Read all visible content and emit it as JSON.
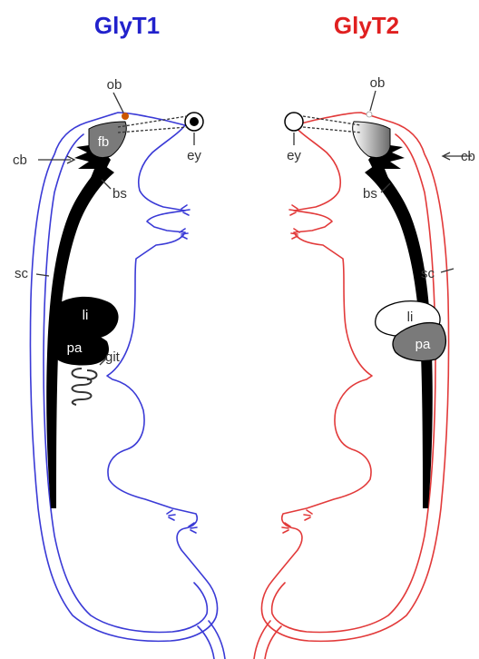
{
  "panels": [
    {
      "id": "left",
      "title": "GlyT1",
      "title_color": "#2222cc",
      "outline_color": "#3a3ad6",
      "labels": {
        "ob": "ob",
        "fb": "fb",
        "ey": "ey",
        "cb": "cb",
        "bs": "bs",
        "sc": "sc",
        "li": "li",
        "pa": "pa",
        "git": "git"
      }
    },
    {
      "id": "right",
      "title": "GlyT2",
      "title_color": "#e02020",
      "outline_color": "#e23a3a",
      "labels": {
        "ob": "ob",
        "ey": "ey",
        "cb": "cb",
        "bs": "bs",
        "sc": "sc",
        "li": "li",
        "pa": "pa"
      }
    }
  ]
}
